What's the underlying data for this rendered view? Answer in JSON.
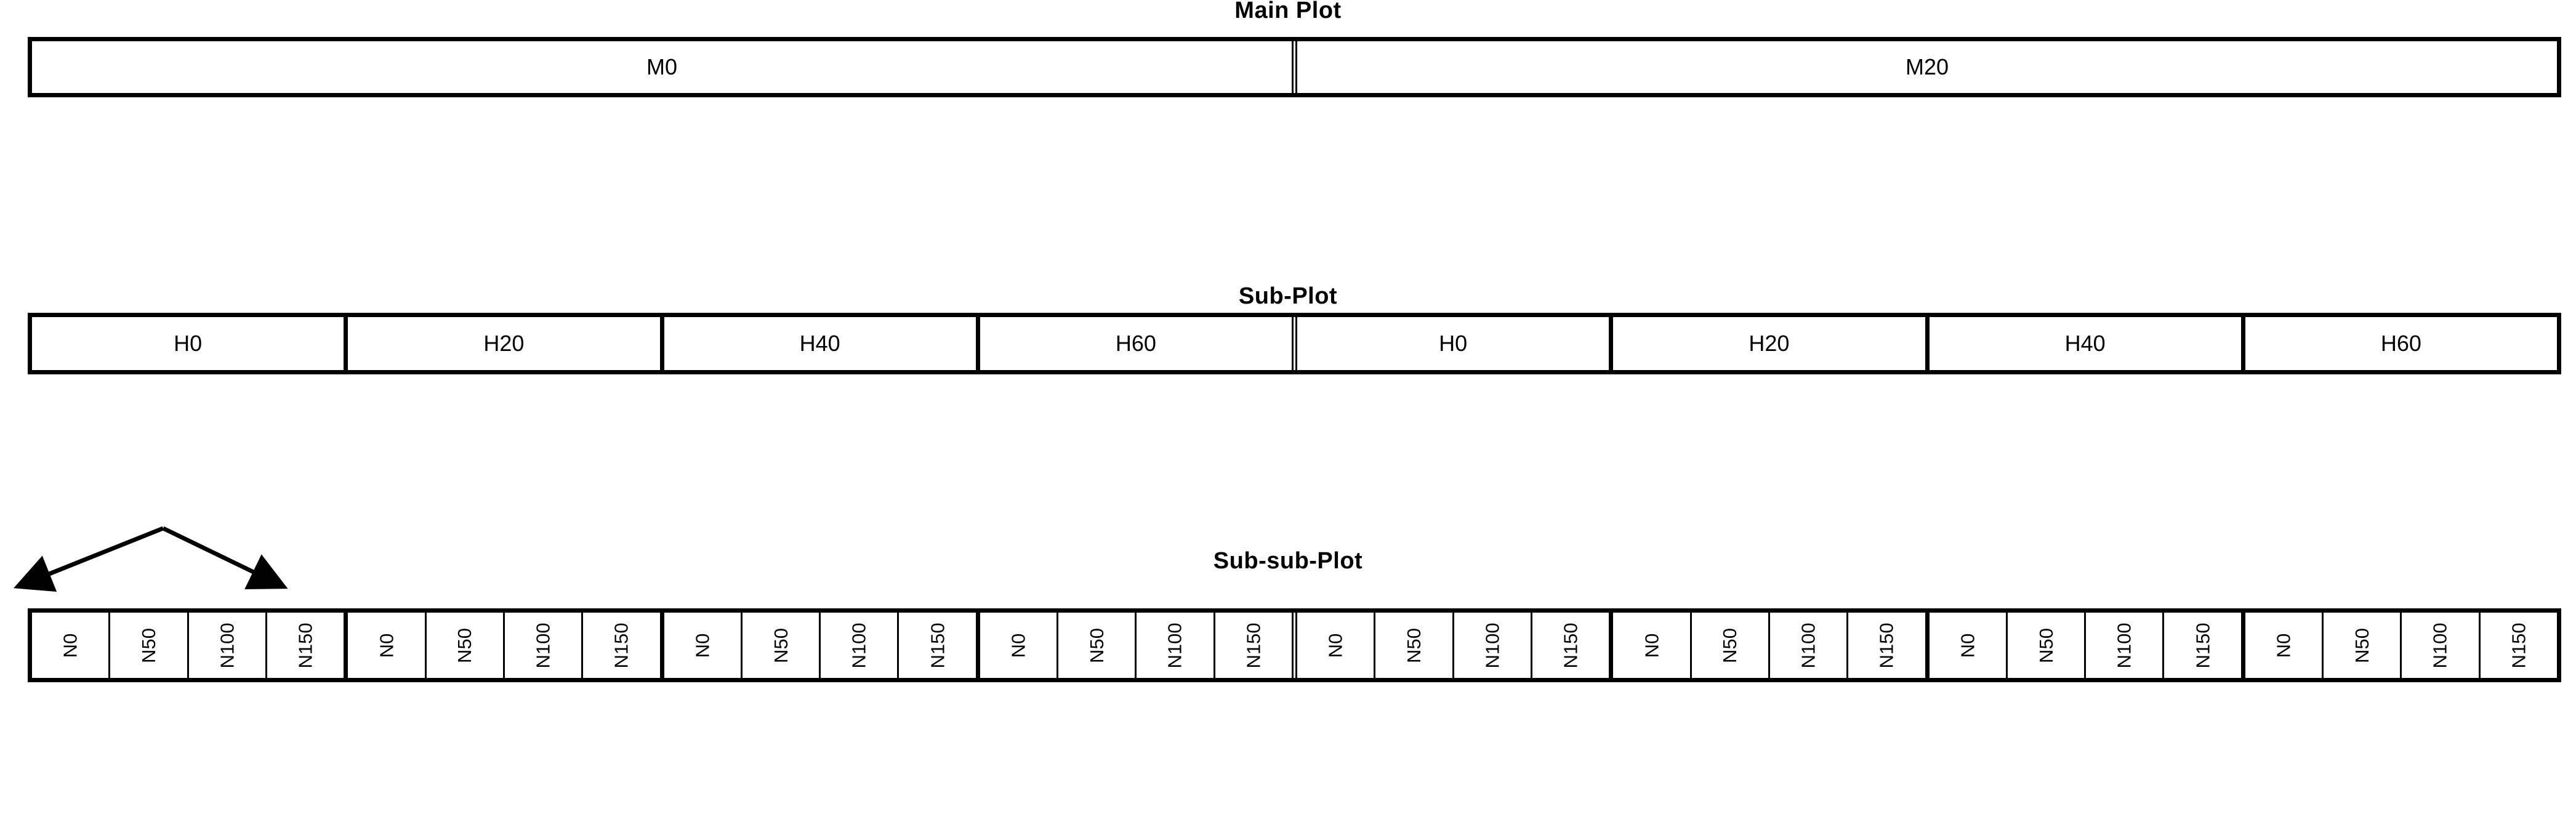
{
  "titles": {
    "main": "Main Plot",
    "sub": "Sub-Plot",
    "subsub": "Sub-sub-Plot"
  },
  "chart_data": {
    "type": "table",
    "title": "Hierarchical factorial design layout",
    "levels": [
      "Main Plot",
      "Sub-Plot",
      "Sub-sub-Plot"
    ],
    "main_plot": {
      "factor": "M",
      "labels": [
        "M0",
        "M20"
      ]
    },
    "sub_plot": {
      "factor": "H",
      "labels_per_main": [
        "H0",
        "H20",
        "H40",
        "H60"
      ]
    },
    "sub_sub_plot": {
      "factor": "N",
      "labels_per_sub": [
        "N0",
        "N50",
        "N100",
        "N150"
      ]
    },
    "counts": {
      "main": 2,
      "sub": 8,
      "subsub": 32
    },
    "annotation": {
      "type": "split-arrows",
      "from": "sub-plot cell H0 (first)",
      "to": [
        "sub-sub-plot group start",
        "sub-sub-plot group end"
      ]
    },
    "colors": {
      "line": "#000000",
      "fill": "#ffffff"
    }
  },
  "main": {
    "groups": [
      {
        "label": "M0"
      },
      {
        "label": "M20"
      }
    ]
  },
  "sub": {
    "groups": [
      {
        "cells": [
          {
            "label": "H0"
          },
          {
            "label": "H20"
          },
          {
            "label": "H40"
          },
          {
            "label": "H60"
          }
        ]
      },
      {
        "cells": [
          {
            "label": "H0"
          },
          {
            "label": "H20"
          },
          {
            "label": "H40"
          },
          {
            "label": "H60"
          }
        ]
      }
    ]
  },
  "subsub": {
    "groups": [
      {
        "hgroups": [
          {
            "cells": [
              {
                "label": "N0"
              },
              {
                "label": "N50"
              },
              {
                "label": "N100"
              },
              {
                "label": "N150"
              }
            ]
          },
          {
            "cells": [
              {
                "label": "N0"
              },
              {
                "label": "N50"
              },
              {
                "label": "N100"
              },
              {
                "label": "N150"
              }
            ]
          },
          {
            "cells": [
              {
                "label": "N0"
              },
              {
                "label": "N50"
              },
              {
                "label": "N100"
              },
              {
                "label": "N150"
              }
            ]
          },
          {
            "cells": [
              {
                "label": "N0"
              },
              {
                "label": "N50"
              },
              {
                "label": "N100"
              },
              {
                "label": "N150"
              }
            ]
          }
        ]
      },
      {
        "hgroups": [
          {
            "cells": [
              {
                "label": "N0"
              },
              {
                "label": "N50"
              },
              {
                "label": "N100"
              },
              {
                "label": "N150"
              }
            ]
          },
          {
            "cells": [
              {
                "label": "N0"
              },
              {
                "label": "N50"
              },
              {
                "label": "N100"
              },
              {
                "label": "N150"
              }
            ]
          },
          {
            "cells": [
              {
                "label": "N0"
              },
              {
                "label": "N50"
              },
              {
                "label": "N100"
              },
              {
                "label": "N150"
              }
            ]
          },
          {
            "cells": [
              {
                "label": "N0"
              },
              {
                "label": "N50"
              },
              {
                "label": "N100"
              },
              {
                "label": "N150"
              }
            ]
          }
        ]
      }
    ]
  }
}
